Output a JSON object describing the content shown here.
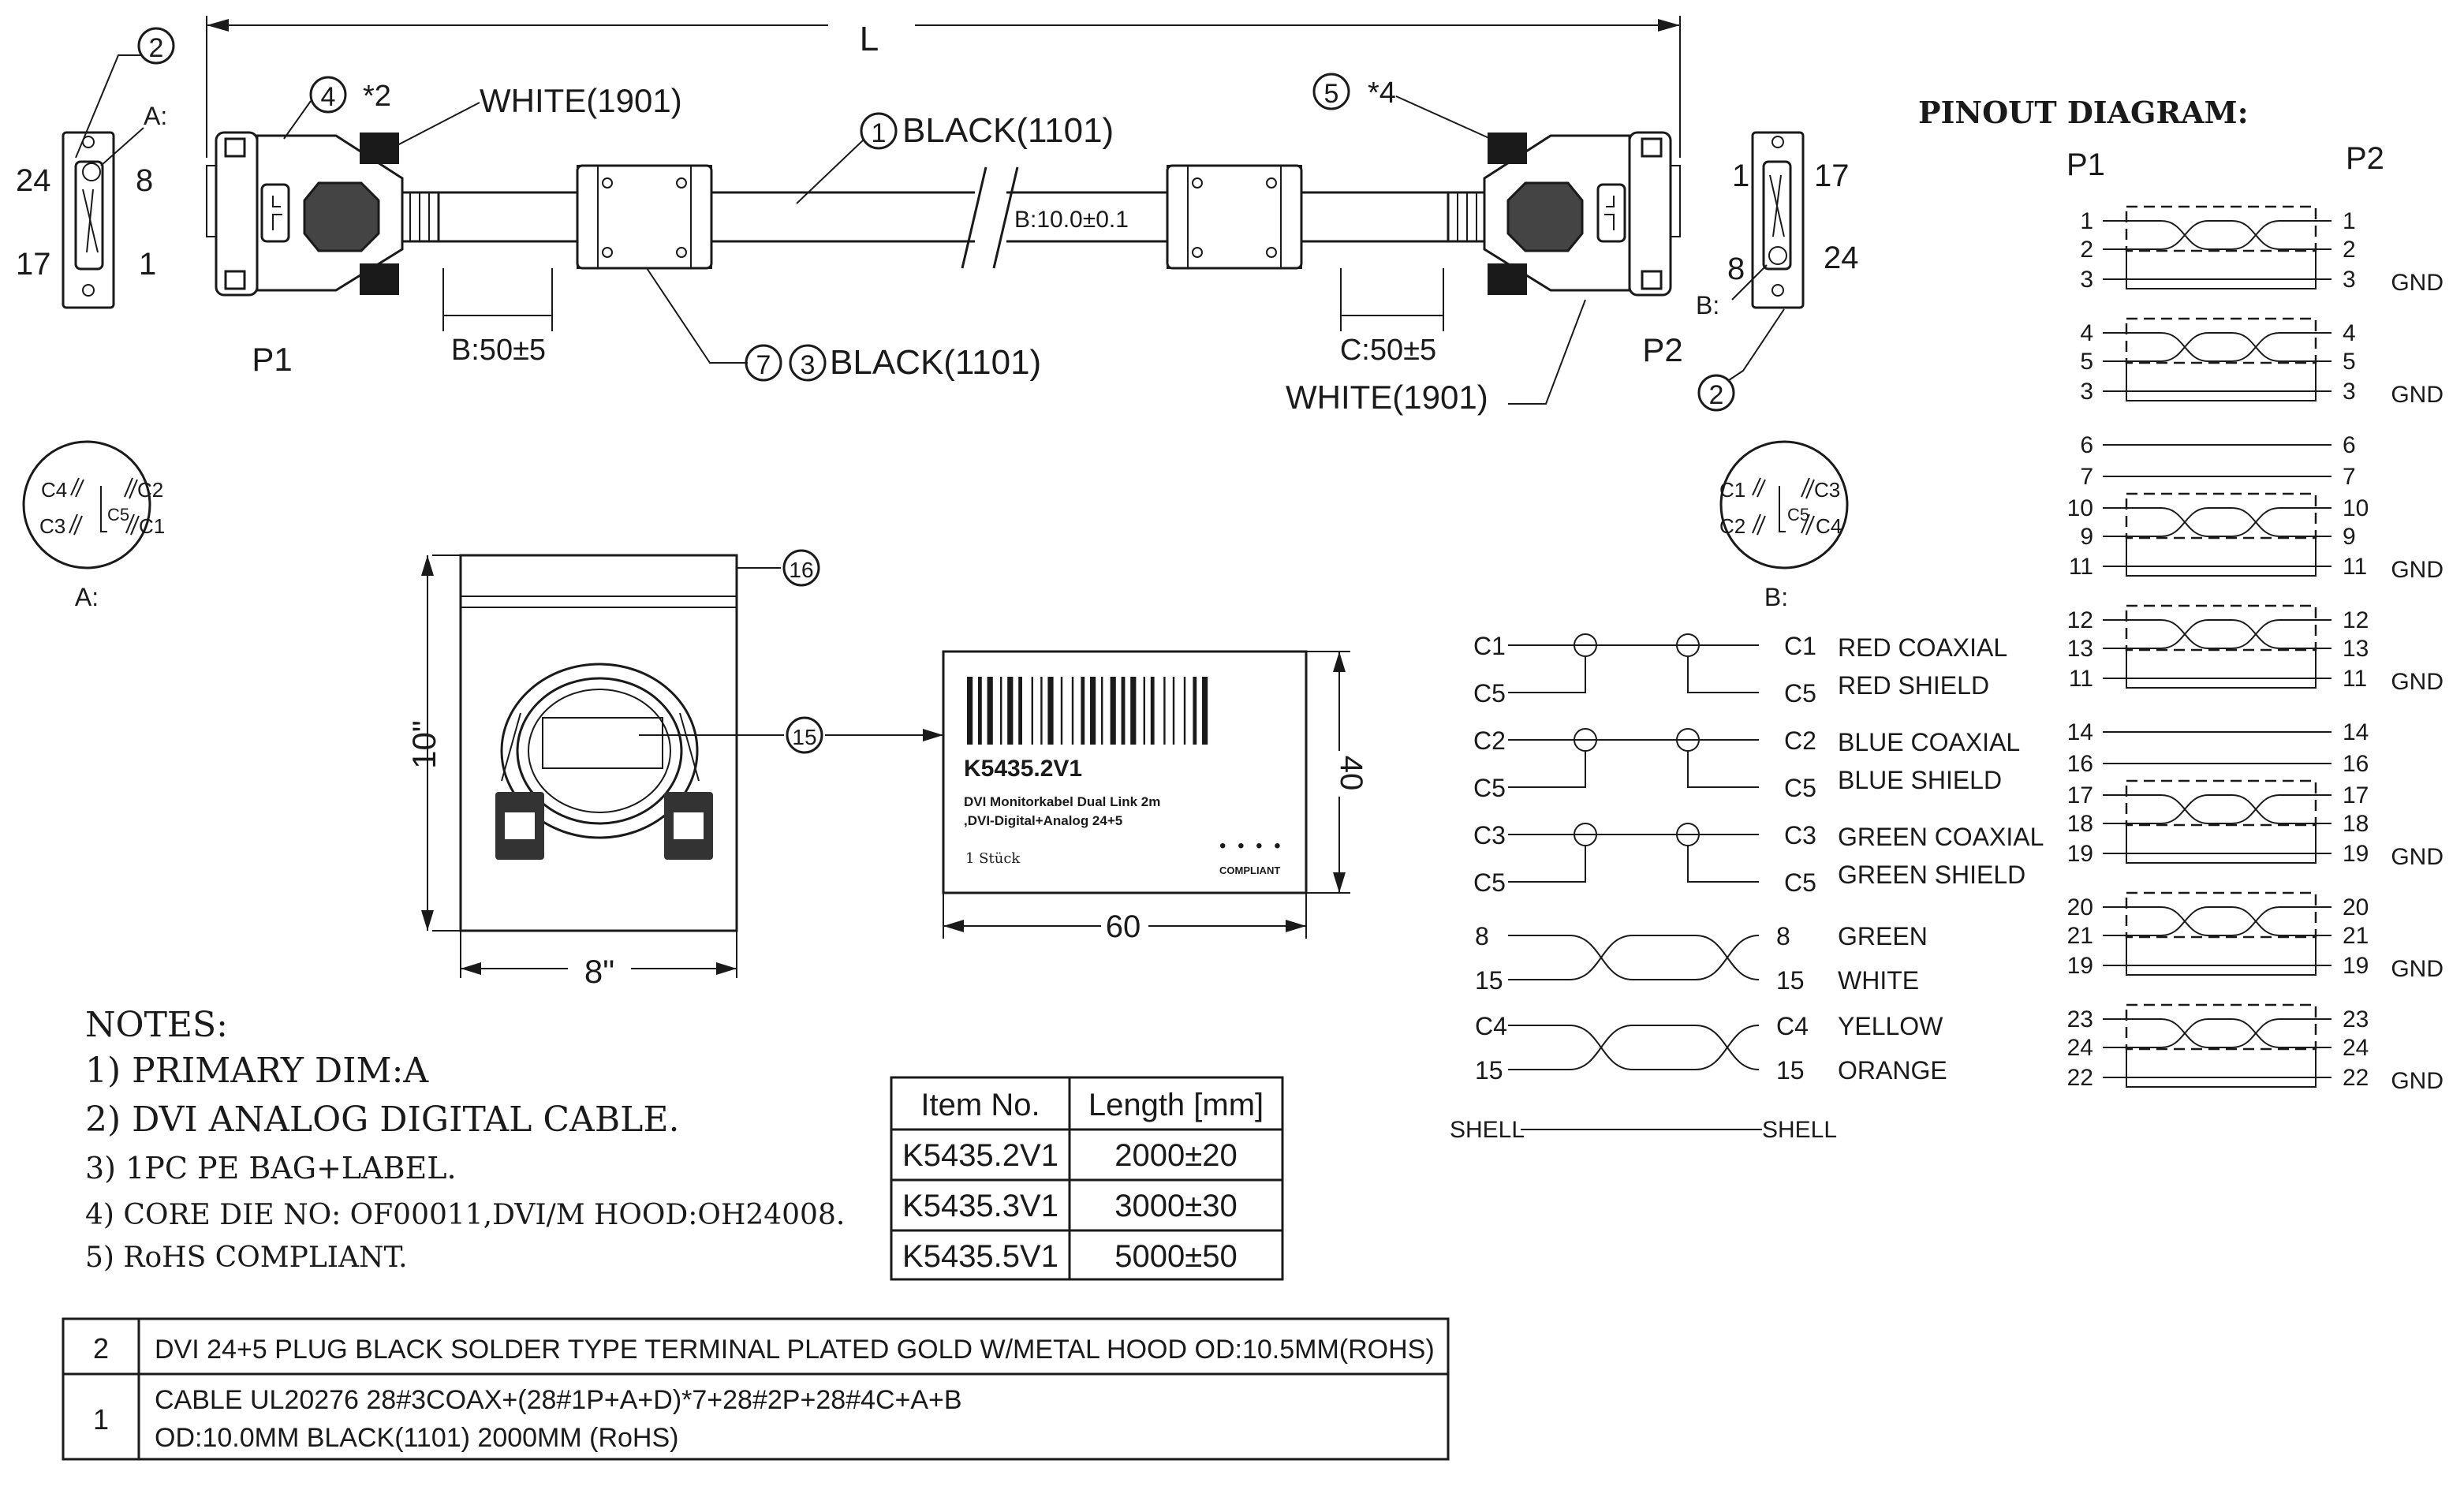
{
  "cable": {
    "length_label": "L",
    "p1_label": "P1",
    "p2_label": "P2",
    "wire_black": "BLACK(1101)",
    "wire_white": "WHITE(1901)",
    "callout_1": "1",
    "callout_2": "2",
    "callout_3": "3",
    "callout_4": "4",
    "callout_5": "5",
    "callout_7": "7",
    "callout_15": "15",
    "callout_16": "16",
    "star2": "*2",
    "star4": "*4",
    "dim_b_left": "B:50±5",
    "dim_c_right": "C:50±5",
    "dim_b_center": "B:10.0±0.1",
    "view_a": "A:",
    "view_b": "B:",
    "pins_p1": [
      "24",
      "8",
      "17",
      "1"
    ],
    "pins_p2": [
      "1",
      "17",
      "8",
      "24"
    ]
  },
  "view_a_labels": [
    "C4",
    "C2",
    "C3",
    "C5",
    "C1"
  ],
  "view_b_labels": [
    "C1",
    "C3",
    "C2",
    "C5",
    "C4"
  ],
  "bag": {
    "height": "10\"",
    "width": "8\""
  },
  "label_card": {
    "code": "K5435.2V1",
    "desc1": "DVI Monitorkabel Dual Link 2m",
    "desc2": ",DVI-Digital+Analog 24+5",
    "qty": "1 Stück",
    "compliant": "COMPLIANT",
    "width": "60",
    "height": "40"
  },
  "notes": {
    "title": "NOTES:",
    "items": [
      "1) PRIMARY DIM:A",
      "2) DVI ANALOG DIGITAL CABLE.",
      "3) 1PC PE BAG+LABEL.",
      "4) CORE DIE NO: OF00011,DVI/M HOOD:OH24008.",
      "5) RoHS COMPLIANT."
    ]
  },
  "length_table": {
    "headers": [
      "Item No.",
      "Length [mm]"
    ],
    "rows": [
      [
        "K5435.2V1",
        "2000±20"
      ],
      [
        "K5435.3V1",
        "3000±30"
      ],
      [
        "K5435.5V1",
        "5000±50"
      ]
    ]
  },
  "bom": {
    "rows": [
      {
        "no": "2",
        "text1": "DVI 24+5 PLUG BLACK SOLDER TYPE TERMINAL PLATED GOLD W/METAL HOOD OD:10.5MM(ROHS)",
        "text2": ""
      },
      {
        "no": "1",
        "text1": "CABLE UL20276 28#3COAX+(28#1P+A+D)*7+28#2P+28#4C+A+B",
        "text2": "OD:10.0MM BLACK(1101) 2000MM (RoHS)"
      }
    ]
  },
  "analog": {
    "rows": [
      {
        "left_a": "C1",
        "left_b": "C5",
        "right_a": "C1",
        "right_b": "C5",
        "name_a": "RED COAXIAL",
        "name_b": "RED SHIELD"
      },
      {
        "left_a": "C2",
        "left_b": "C5",
        "right_a": "C2",
        "right_b": "C5",
        "name_a": "BLUE COAXIAL",
        "name_b": "BLUE SHIELD"
      },
      {
        "left_a": "C3",
        "left_b": "C5",
        "right_a": "C3",
        "right_b": "C5",
        "name_a": "GREEN COAXIAL",
        "name_b": "GREEN SHIELD"
      }
    ],
    "twisted": [
      {
        "left_a": "8",
        "left_b": "15",
        "right_a": "8",
        "right_b": "15",
        "name_a": "GREEN",
        "name_b": "WHITE"
      },
      {
        "left_a": "C4",
        "left_b": "15",
        "right_a": "C4",
        "right_b": "15",
        "name_a": "YELLOW",
        "name_b": "ORANGE"
      }
    ],
    "shell_left": "SHELL",
    "shell_right": "SHELL"
  },
  "pinout": {
    "title": "PINOUT DIAGRAM:",
    "p1": "P1",
    "p2": "P2",
    "gnd": "GND",
    "groups": [
      {
        "type": "pair",
        "a": "1",
        "b": "2",
        "g": "3"
      },
      {
        "type": "pair",
        "a": "4",
        "b": "5",
        "g": "3"
      },
      {
        "type": "single",
        "a": "6"
      },
      {
        "type": "single",
        "a": "7"
      },
      {
        "type": "pair",
        "a": "10",
        "b": "9",
        "g": "11"
      },
      {
        "type": "pair",
        "a": "12",
        "b": "13",
        "g": "11"
      },
      {
        "type": "single",
        "a": "14"
      },
      {
        "type": "single",
        "a": "16"
      },
      {
        "type": "pair",
        "a": "17",
        "b": "18",
        "g": "19"
      },
      {
        "type": "pair",
        "a": "20",
        "b": "21",
        "g": "19"
      },
      {
        "type": "pair",
        "a": "23",
        "b": "24",
        "g": "22"
      }
    ]
  }
}
